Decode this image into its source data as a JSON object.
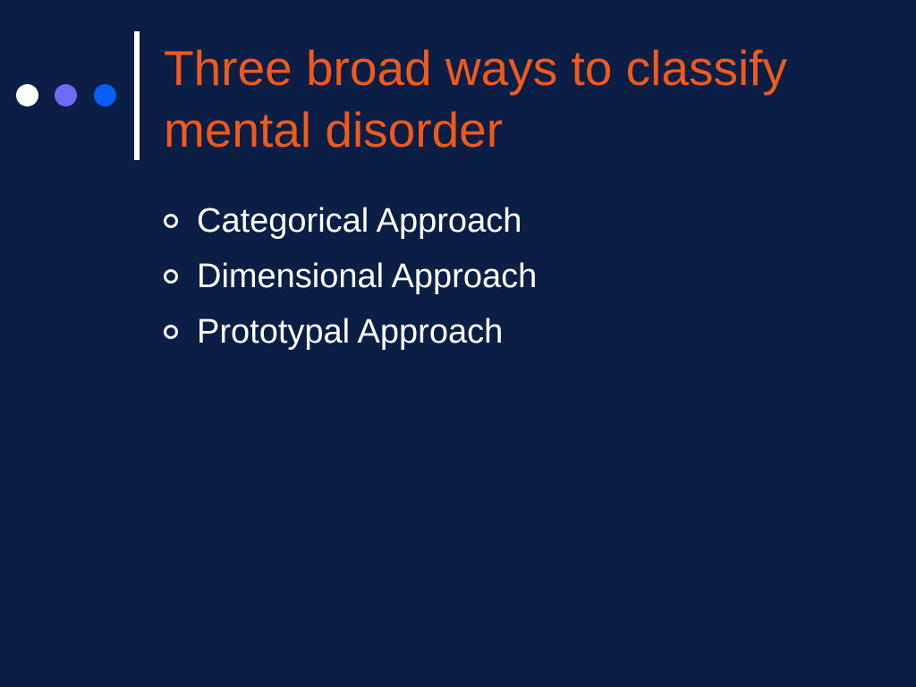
{
  "colors": {
    "background": "#0b1e45",
    "title": "#ef5a1c",
    "text": "#ffffff",
    "dot_1": "#ffffff",
    "dot_2": "#6a6cf5",
    "dot_3": "#0a5ef5"
  },
  "slide": {
    "title": "Three broad ways to classify mental disorder",
    "bullets": [
      "Categorical Approach",
      "Dimensional Approach",
      "Prototypal Approach"
    ]
  },
  "decoration": {
    "dot_icons": [
      "circle-icon",
      "circle-icon",
      "circle-icon"
    ],
    "bullet_icon": "ring-bullet-icon"
  }
}
